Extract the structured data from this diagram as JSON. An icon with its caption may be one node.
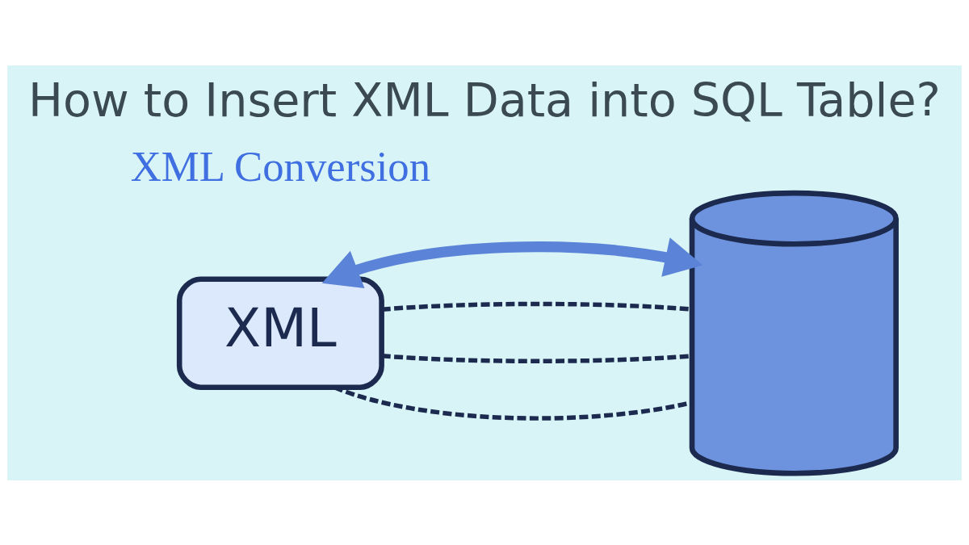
{
  "diagram": {
    "title": "How to Insert XML Data into SQL Table?",
    "nodes": [
      {
        "text": [
          "XML"
        ]
      },
      {
        "text": [],
        "shape": "cylinder"
      }
    ],
    "edges": [
      {
        "from": 0,
        "to": 1,
        "arrow": "none",
        "style": "dashed"
      },
      {
        "from": 0,
        "to": 1,
        "arrow": "none",
        "style": "dashed"
      },
      {
        "from": 0,
        "to": 1,
        "arrow": "none",
        "style": "dashed"
      },
      {
        "from": 0,
        "to": 1,
        "arrow": "both",
        "style": "thick",
        "color": "#5b84d8"
      }
    ],
    "labels": [
      "XML Conversion"
    ]
  }
}
